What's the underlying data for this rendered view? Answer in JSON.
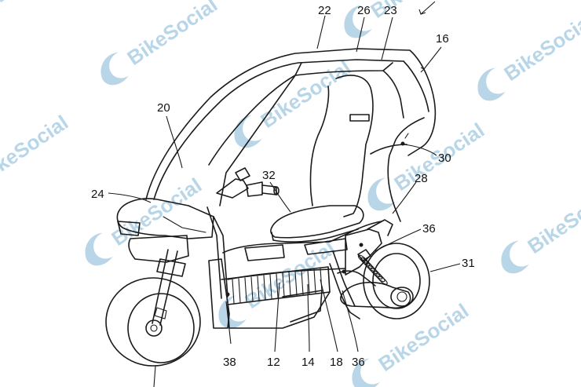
{
  "watermark": {
    "text": "BikeSocial",
    "color": "#7fb4d6",
    "icon": "bikesocial-logo-icon"
  },
  "reference_numerals": {
    "n22": "22",
    "n26": "26",
    "n23": "23",
    "n16": "16",
    "n20": "20",
    "n30": "30",
    "n28": "28",
    "n32": "32",
    "n24": "24",
    "n36a": "36",
    "n31": "31",
    "n38": "38",
    "n12": "12",
    "n14": "14",
    "n18": "18",
    "n36b": "36"
  },
  "colors": {
    "line": "#1a1a1a",
    "background": "#ffffff"
  }
}
